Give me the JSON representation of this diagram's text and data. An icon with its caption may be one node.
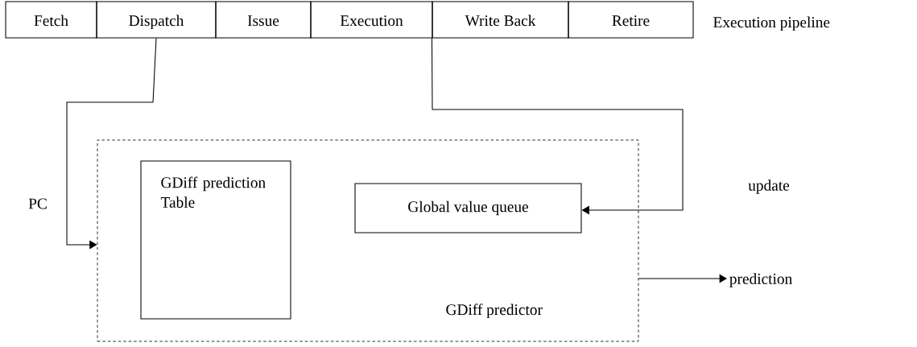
{
  "diagram": {
    "nodes": [
      {
        "text": [
          "Fetch"
        ]
      },
      {
        "text": [
          "Dispatch"
        ]
      },
      {
        "text": [
          "Issue"
        ]
      },
      {
        "text": [
          "Execution"
        ]
      },
      {
        "text": [
          "Write Back"
        ]
      },
      {
        "text": [
          "Retire"
        ]
      },
      {
        "text": [
          "GDiff predictor"
        ]
      },
      {
        "text": [
          "GDiff prediction Table"
        ],
        "in": 6
      },
      {
        "text": [
          "Global value queue"
        ],
        "in": 6
      },
      {
        "text": [
          "prediction"
        ]
      }
    ],
    "edges": [
      {
        "from": 1,
        "to": 6,
        "arrow": "to",
        "label": "PC"
      },
      {
        "from": 4,
        "to": 8,
        "arrow": "to",
        "label": "update"
      },
      {
        "from": 6,
        "to": 9,
        "arrow": "to"
      }
    ],
    "labels": [
      "Execution pipeline"
    ]
  }
}
